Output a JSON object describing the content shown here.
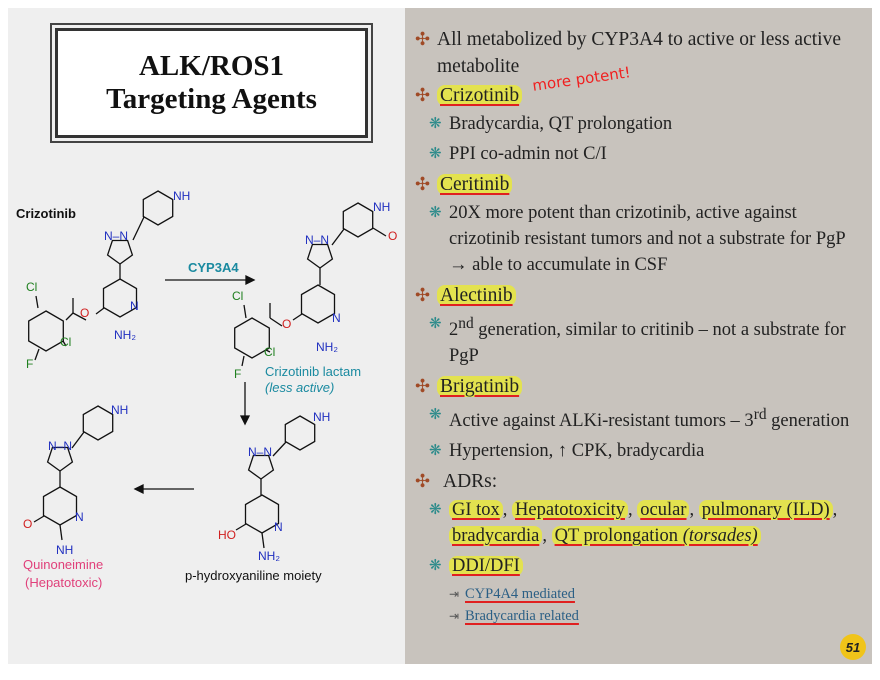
{
  "title": {
    "line1": "ALK/ROS1",
    "line2": "Targeting Agents"
  },
  "scheme": {
    "crizotinib_label": "Crizotinib",
    "enzyme_label": "CYP3A4",
    "lactam_label": "Crizotinib lactam",
    "lactam_note": "(less active)",
    "quinone_label": "Quinoneimine",
    "quinone_note": "(Hepatotoxic)",
    "hydroxy_label": "p-hydroxyaniline moiety",
    "atoms": {
      "NH": "NH",
      "N": "N",
      "NN": "N–N",
      "Cl": "Cl",
      "F": "F",
      "O": "O",
      "NH2": "NH₂",
      "HO": "HO"
    }
  },
  "colors": {
    "accent_teal": "#1a8aa0",
    "accent_pink": "#e0407a",
    "atom_red": "#d02020",
    "atom_blue": "#2030c0",
    "atom_green": "#208020",
    "highlight": "#e8e83c",
    "underline": "#e02020",
    "bullet": "#a04a26"
  },
  "icons": {
    "main_bullet": "four-arrows-icon",
    "sub_bullet": "asterisk-flower-icon",
    "sub_sub_bullet": "arrow-bar-icon"
  },
  "content": {
    "b1": "All metabolized by CYP3A4 to active or less active metabolite",
    "crizotinib": {
      "name": "Crizotinib",
      "annotation": "more potent!",
      "items": [
        "Bradycardia, QT prolongation",
        "PPI co-admin not C/I"
      ]
    },
    "ceritinib": {
      "name": "Ceritinib",
      "items": [
        "20X more potent than crizotinib, active against crizotinib resistant tumors and not a substrate for PgP → able to accumulate in CSF"
      ]
    },
    "alectinib": {
      "name": "Alectinib",
      "item_pre": "2",
      "item_sup": "nd",
      "item_post": " generation, similar to critinib – not a substrate for PgP"
    },
    "brigatinib": {
      "name": "Brigatinib",
      "item1_pre": "Active against ALKi-resistant tumors – 3",
      "item1_sup": "rd",
      "item1_post": " generation",
      "item2": "Hypertension, ↑ CPK, bradycardia"
    },
    "adrs": {
      "name": "ADRs:",
      "gi": "GI tox",
      "hep": "Hepatotoxicity",
      "ocular": "ocular",
      "pulm": "pulmonary (ILD)",
      "brady": "bradycardia",
      "qt": "QT prolongation ",
      "torsades": "(torsades)",
      "sep": ", ",
      "close": ",",
      "ddi": "DDI/DFI",
      "ddi_items": [
        "CYP4A4 mediated",
        "Bradycardia related"
      ]
    }
  },
  "page_number": "51"
}
